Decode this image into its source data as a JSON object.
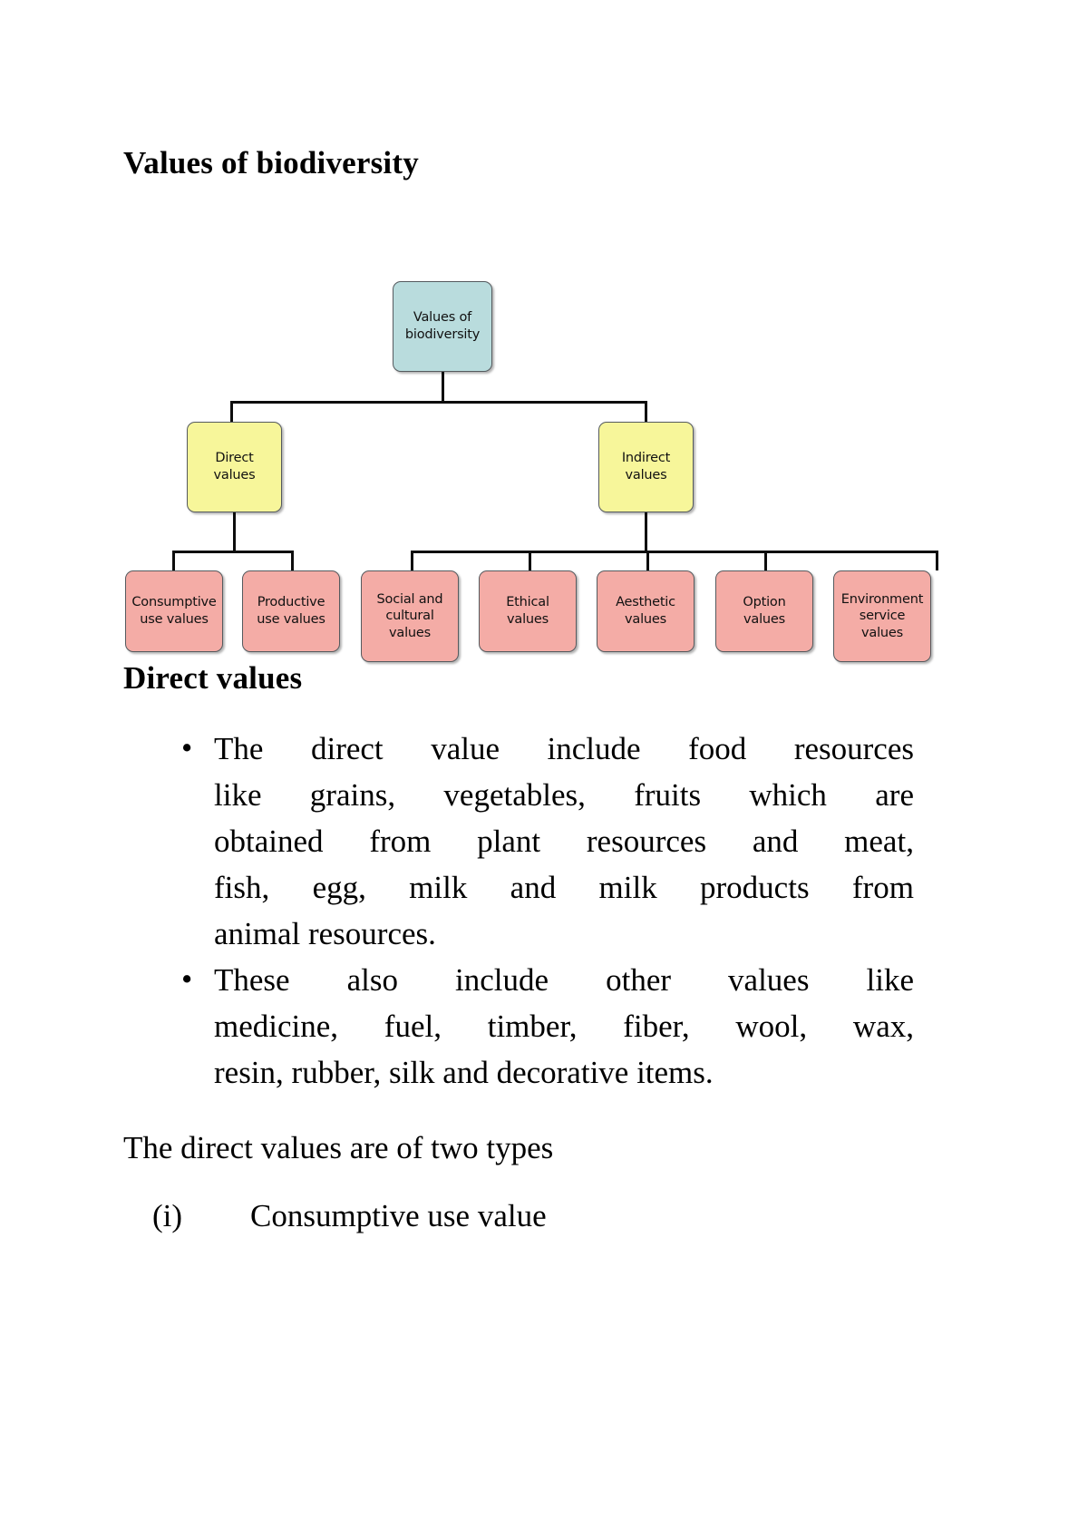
{
  "document": {
    "title": "Values of biodiversity",
    "section_heading": "Direct values"
  },
  "diagram": {
    "name": "values-of-biodiversity-tree",
    "colors": {
      "root_fill": "#b9dcdd",
      "level2_fill": "#f7f69a",
      "leaf_fill": "#f4aca6",
      "border": "#555a5e",
      "edge": "#0d0d0d"
    },
    "root": {
      "label": "Values of\nbiodiversity",
      "line1": "Values of",
      "line2": "biodiversity"
    },
    "branches": [
      {
        "label": "Direct values",
        "line1": "Direct",
        "line2": "values"
      },
      {
        "label": "Indirect values",
        "line1": "Indirect",
        "line2": "values"
      }
    ],
    "direct_leaves": [
      {
        "line1": "Consumptive",
        "line2": "use values",
        "line3": ""
      },
      {
        "line1": "Productive",
        "line2": "use values",
        "line3": ""
      }
    ],
    "indirect_leaves": [
      {
        "line1": "Social and",
        "line2": "cultural",
        "line3": "values"
      },
      {
        "line1": "Ethical",
        "line2": "values",
        "line3": ""
      },
      {
        "line1": "Aesthetic",
        "line2": "values",
        "line3": ""
      },
      {
        "line1": "Option",
        "line2": "values",
        "line3": ""
      },
      {
        "line1": "Environment",
        "line2": "service",
        "line3": "values"
      }
    ]
  },
  "body": {
    "bullet1": {
      "lines": [
        "The   direct   value   include   food   resources",
        "like   grains,   vegetables,   fruits   which   are",
        "obtained   from   plant   resources   and   meat,",
        "fish,   egg,   milk   and   milk   products   from",
        "animal resources."
      ],
      "l1w": [
        "The",
        "direct",
        "value",
        "include",
        "food",
        "resources"
      ],
      "l2w": [
        "like",
        "grains,",
        "vegetables,",
        "fruits",
        "which",
        "are"
      ],
      "l3w": [
        "obtained",
        "from",
        "plant",
        "resources",
        "and",
        "meat,"
      ],
      "l4w": [
        "fish,",
        "egg,",
        "milk",
        "and",
        "milk",
        "products",
        "from"
      ],
      "l5": "animal resources."
    },
    "bullet2": {
      "lines": [
        "These   also   include   other   values   like",
        "medicine,  fuel,  timber,  fiber,  wool,  wax,",
        "resin, rubber, silk and decorative items."
      ],
      "l1w": [
        "These",
        "also",
        "include",
        "other",
        "values",
        "like"
      ],
      "l2w": [
        "medicine,",
        "fuel,",
        "timber,",
        "fiber,",
        "wool,",
        "wax,"
      ],
      "l3": "resin, rubber, silk and decorative items."
    },
    "closing_paragraph": "The direct values are of two types",
    "list_item_1": {
      "marker": "(i)",
      "text": "Consumptive use value"
    }
  }
}
